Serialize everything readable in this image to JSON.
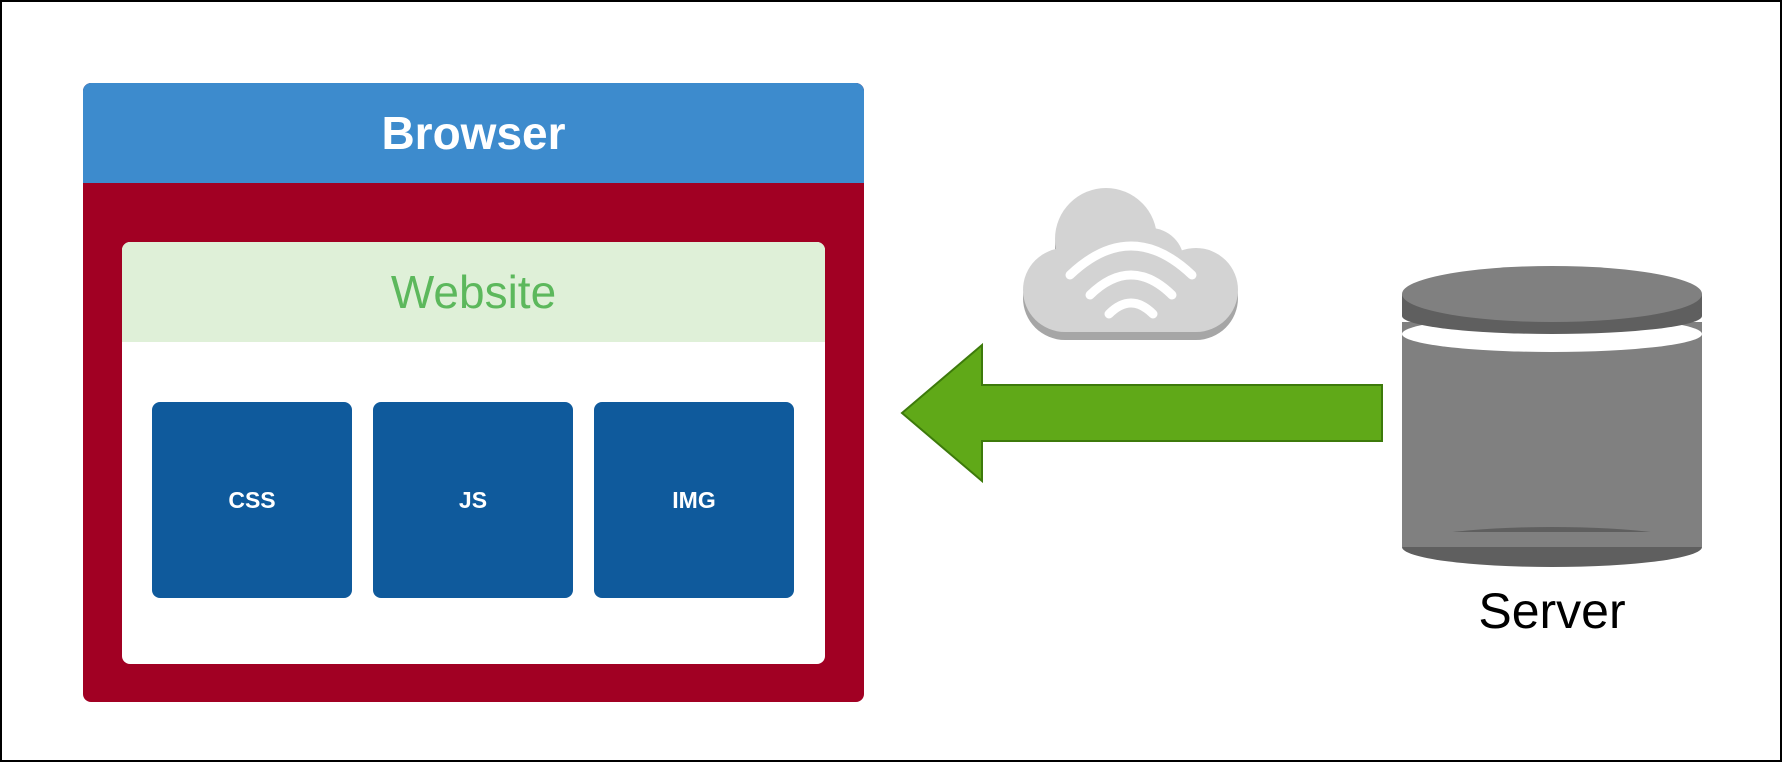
{
  "browser": {
    "title": "Browser"
  },
  "website": {
    "title": "Website",
    "assets": [
      "CSS",
      "JS",
      "IMG"
    ]
  },
  "server": {
    "label": "Server"
  },
  "icons": {
    "network": "cloud-wifi-icon",
    "transfer": "arrow-left-icon",
    "server": "database-cylinder-icon"
  },
  "colors": {
    "browser_header": "#3d8bcd",
    "browser_body": "#a10023",
    "website_header_bg": "#dff0d8",
    "website_header_text": "#5cb85c",
    "asset_box": "#0f5a9c",
    "arrow": "#60a918",
    "cloud": "#d3d3d3",
    "server": "#808080"
  }
}
